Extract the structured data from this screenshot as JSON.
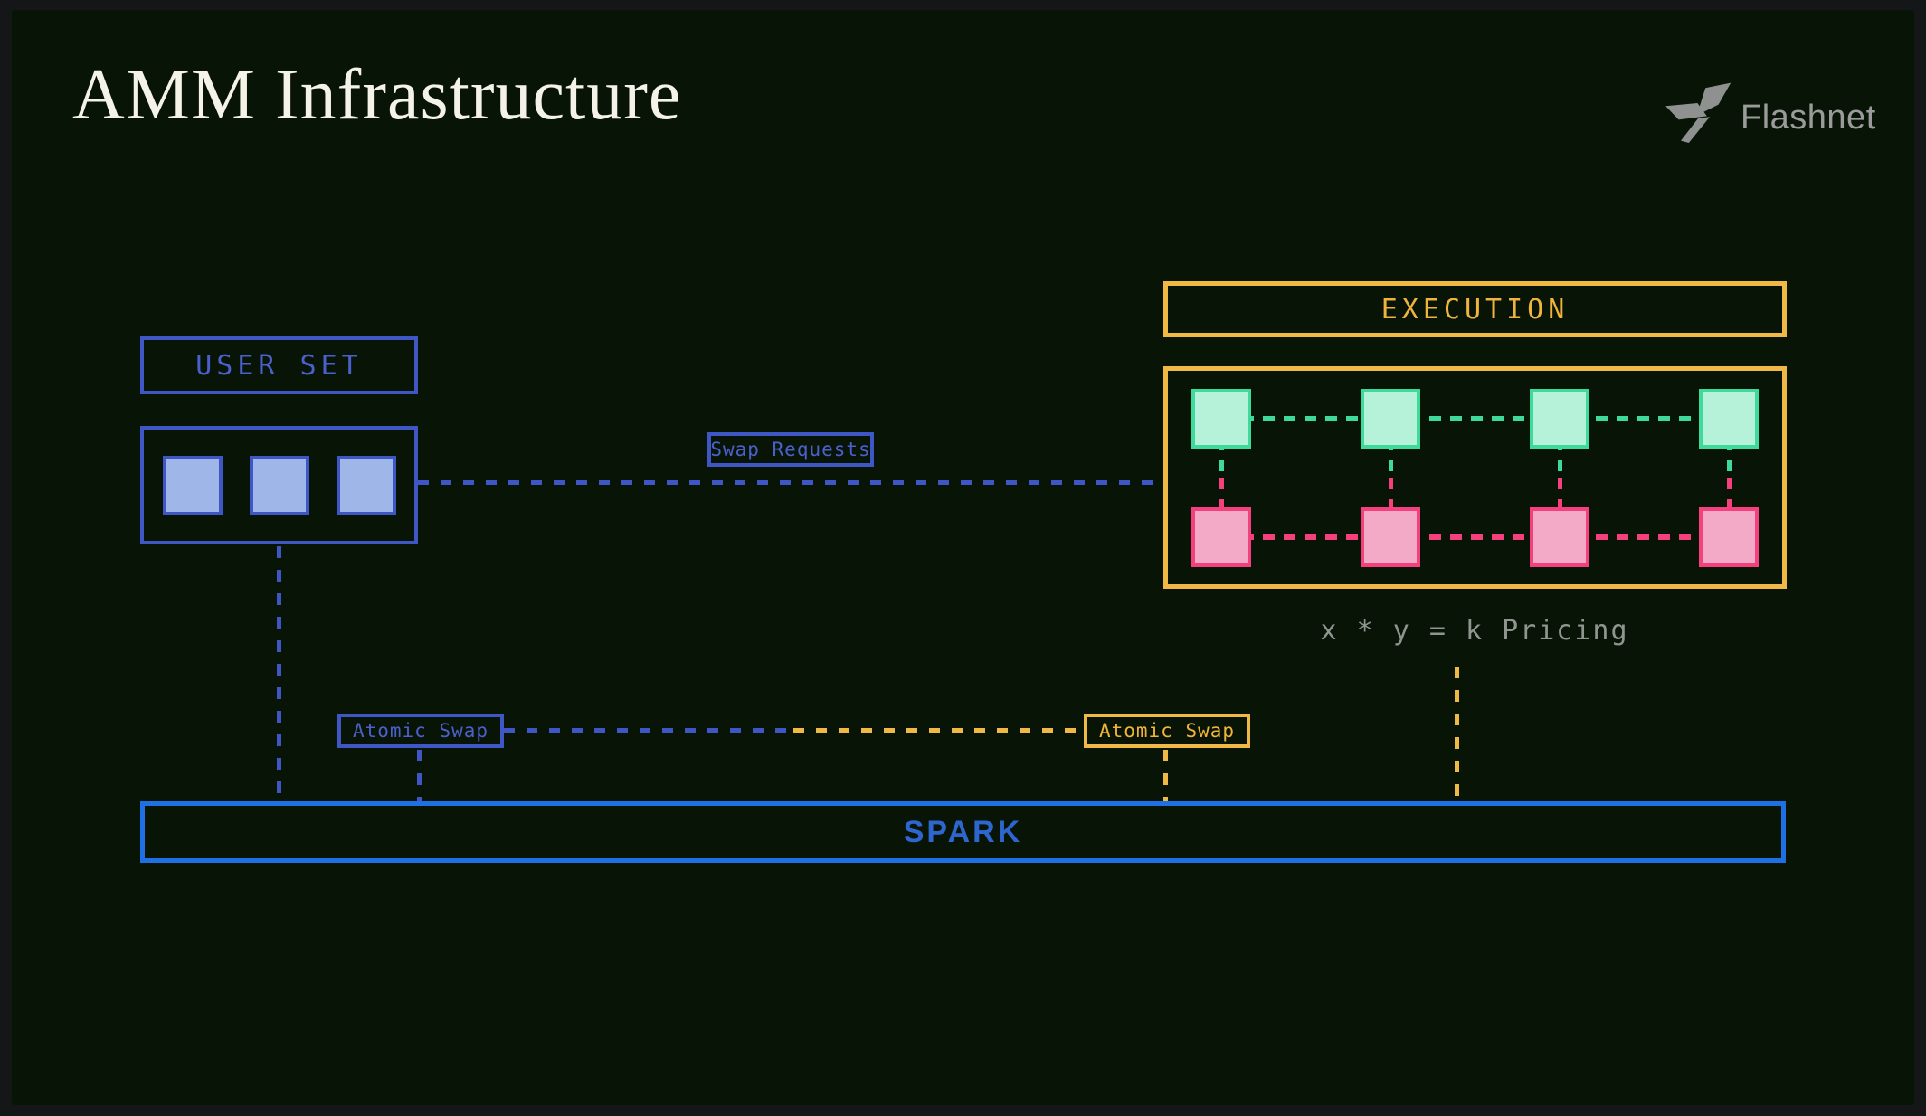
{
  "title": "AMM Infrastructure",
  "logo": {
    "text": "Flashnet",
    "icon": "flash-bolt-icon",
    "color": "#9a9b9a"
  },
  "colors": {
    "background": "#081405",
    "frame": "#151618",
    "title_text": "#f5f2e8",
    "blue_accent": "#3e57c4",
    "blue_square_fill": "#9eb6e8",
    "spark_blue": "#1f6fe5",
    "amber_accent": "#f0b845",
    "mint_border": "#3eda9b",
    "mint_fill": "#b5f2d9",
    "pink_border": "#f5407e",
    "pink_fill": "#f2aac6",
    "note_gray": "#8f968f"
  },
  "nodes": {
    "user_set": {
      "label": "USER SET"
    },
    "execution": {
      "label": "EXECUTION"
    },
    "spark": {
      "label": "SPARK"
    },
    "swap_requests": {
      "label": "Swap Requests"
    },
    "atomic_swap_left": {
      "label": "Atomic Swap"
    },
    "atomic_swap_right": {
      "label": "Atomic Swap"
    },
    "pricing_note": {
      "label": "x * y = k Pricing"
    }
  },
  "diagram": {
    "user_squares": 3,
    "execution_columns": 4,
    "execution_rows": [
      "green",
      "pink"
    ],
    "edges": [
      "user-set -> execution : Swap Requests (blue dashed)",
      "atomic-swap-left <-> atomic-swap-right (blue/amber dashed)",
      "user-set -> spark (blue dashed)",
      "atomic-swap-left -> spark (blue dashed)",
      "atomic-swap-right -> spark (amber dashed)",
      "execution pricing -> spark (amber dashed)"
    ]
  }
}
